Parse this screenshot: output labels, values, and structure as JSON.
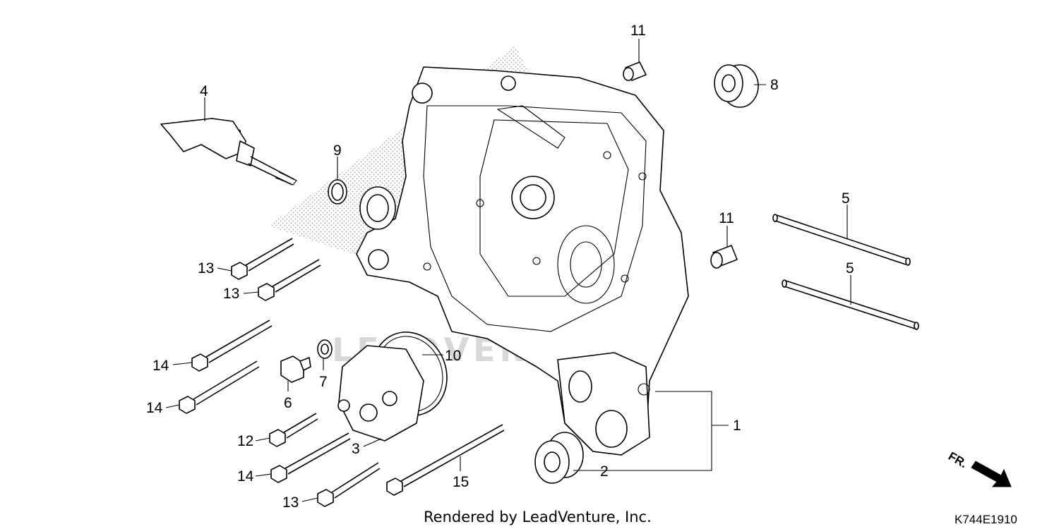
{
  "diagram": {
    "credit": "Rendered by LeadVenture, Inc.",
    "diagram_code": "K744E1910",
    "watermark": "LEADVENTURE",
    "direction_label": "FR.",
    "callouts": [
      {
        "id": "c1",
        "label": "1"
      },
      {
        "id": "c2",
        "label": "2"
      },
      {
        "id": "c3",
        "label": "3"
      },
      {
        "id": "c4",
        "label": "4"
      },
      {
        "id": "c5a",
        "label": "5"
      },
      {
        "id": "c5b",
        "label": "5"
      },
      {
        "id": "c6",
        "label": "6"
      },
      {
        "id": "c7",
        "label": "7"
      },
      {
        "id": "c8",
        "label": "8"
      },
      {
        "id": "c9",
        "label": "9"
      },
      {
        "id": "c10",
        "label": "10"
      },
      {
        "id": "c11a",
        "label": "11"
      },
      {
        "id": "c11b",
        "label": "11"
      },
      {
        "id": "c12",
        "label": "12"
      },
      {
        "id": "c13a",
        "label": "13"
      },
      {
        "id": "c13b",
        "label": "13"
      },
      {
        "id": "c13c",
        "label": "13"
      },
      {
        "id": "c14a",
        "label": "14"
      },
      {
        "id": "c14b",
        "label": "14"
      },
      {
        "id": "c14c",
        "label": "14"
      },
      {
        "id": "c15",
        "label": "15"
      }
    ]
  }
}
